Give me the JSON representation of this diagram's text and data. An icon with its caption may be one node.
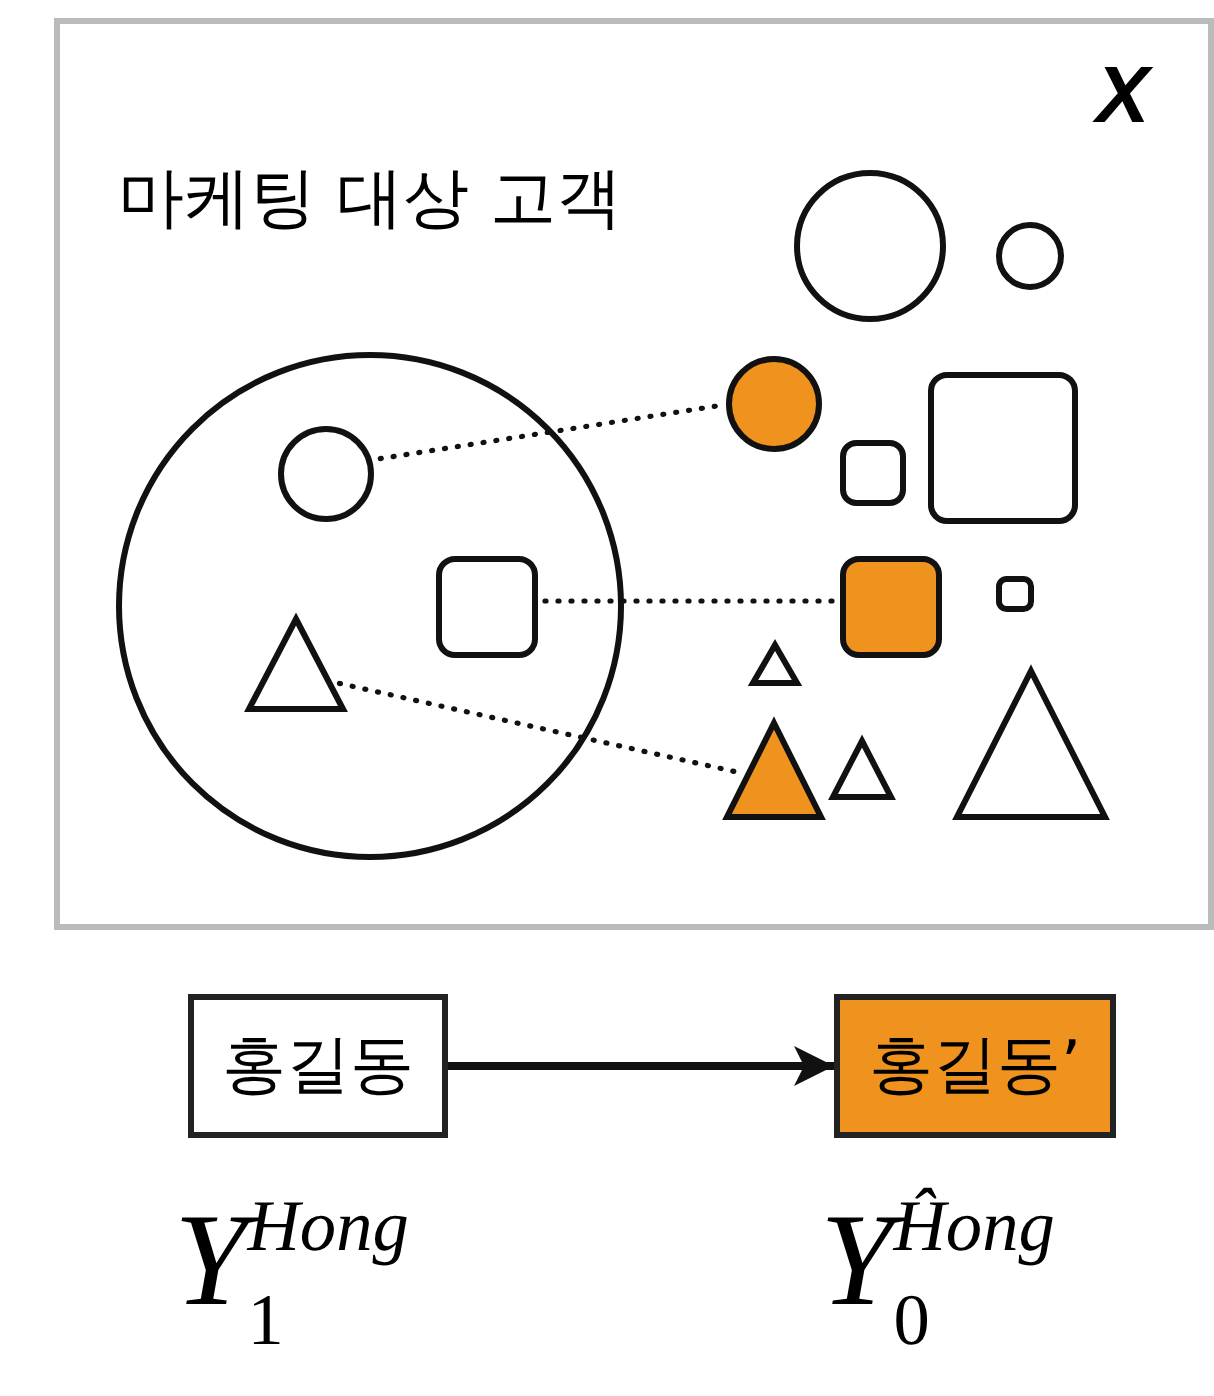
{
  "diagram": {
    "nodes": [
      {
        "text": [
          "X"
        ]
      },
      {
        "text": [
          "마케팅 대상 고객"
        ],
        "in": 0
      },
      {
        "text": [],
        "shape": "circle",
        "in": 1
      },
      {
        "text": [],
        "shape": "box",
        "in": 1
      },
      {
        "text": [],
        "shape": "triangle",
        "in": 1
      },
      {
        "text": [],
        "shape": "circle",
        "in": 0
      },
      {
        "text": [],
        "shape": "circle",
        "in": 0
      },
      {
        "text": [],
        "shape": "circle",
        "in": 0
      },
      {
        "text": [],
        "shape": "box",
        "in": 0
      },
      {
        "text": [],
        "shape": "box",
        "in": 0
      },
      {
        "text": [],
        "shape": "box",
        "in": 0
      },
      {
        "text": [],
        "shape": "box",
        "in": 0
      },
      {
        "text": [],
        "shape": "triangle",
        "in": 0
      },
      {
        "text": [],
        "shape": "triangle",
        "in": 0
      },
      {
        "text": [],
        "shape": "triangle",
        "in": 0
      },
      {
        "text": [],
        "shape": "triangle",
        "in": 0
      },
      {
        "text": [
          "홍길동"
        ],
        "beside": [
          "Y$_{1}$$^{Hong}$"
        ]
      },
      {
        "text": [
          "홍길동’"
        ],
        "beside": [
          "Y$_{0}$$^{Ĥong}$"
        ]
      }
    ],
    "edges": [
      {
        "from": 2,
        "to": 7,
        "arrow": "none",
        "style": "dashed"
      },
      {
        "from": 3,
        "to": 10,
        "arrow": "none",
        "style": "dashed"
      },
      {
        "from": 4,
        "to": 13,
        "arrow": "none",
        "style": "dashed"
      },
      {
        "from": 16,
        "to": 17,
        "arrow": "to"
      }
    ]
  }
}
